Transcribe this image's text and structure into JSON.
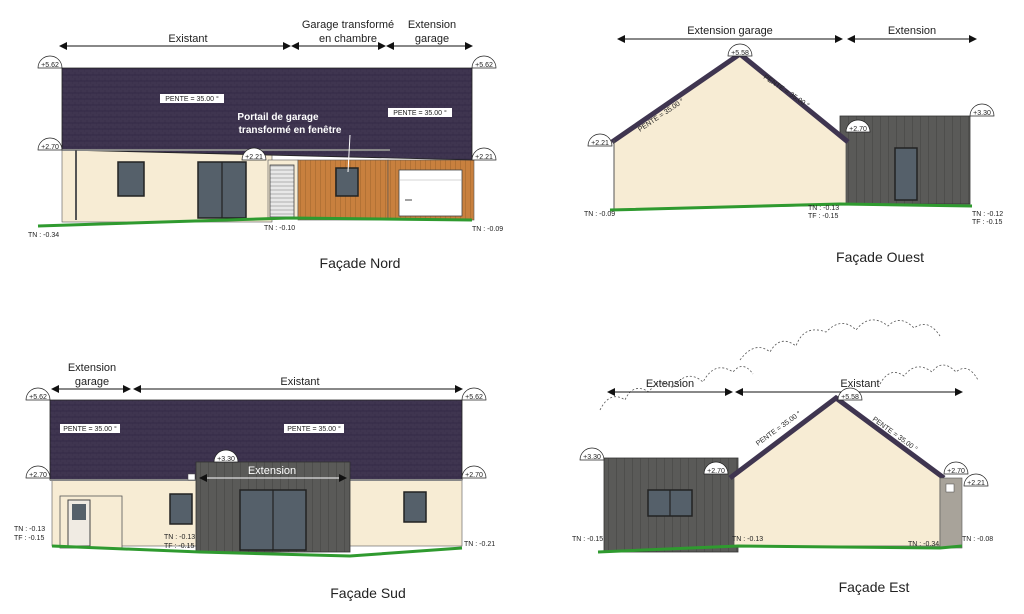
{
  "colors": {
    "roof": "#3f3550",
    "render": "#f7ecd4",
    "cladding_dark": "#5a5a58",
    "wood": "#c8803e",
    "ground": "#2f9a2f",
    "window": "#55606a"
  },
  "nord": {
    "title": "Façade Nord",
    "dims": [
      "Existant",
      "Garage transformé",
      "en chambre",
      "Extension",
      "garage"
    ],
    "pente_left": "PENTE = 35.00 °",
    "pente_right": "PENTE = 35.00 °",
    "note_line1": "Portail de garage",
    "note_line2": "transformé en fenêtre",
    "levels": [
      "+5.62",
      "+5.62",
      "+2.70",
      "+2.21",
      "+2.21"
    ],
    "tn": [
      "TN : -0.34",
      "TN : -0.10",
      "TN : -0.09"
    ]
  },
  "ouest": {
    "title": "Façade Ouest",
    "dims": [
      "Extension garage",
      "Extension"
    ],
    "pente_left": "PENTE = 35.00 °",
    "pente_right": "PENTE = 35.00 °",
    "levels": [
      "+5.58",
      "+3.30",
      "+2.70",
      "+2.21"
    ],
    "tn": [
      "TN : -0.09",
      "TN : -0.13",
      "TF : -0.15",
      "TN : -0.12",
      "TF : -0.15"
    ]
  },
  "sud": {
    "title": "Façade Sud",
    "dims": [
      "Extension",
      "garage",
      "Existant"
    ],
    "pente_left": "PENTE = 35.00 °",
    "pente_right": "PENTE = 35.00 °",
    "extension_label": "Extension",
    "levels": [
      "+5.62",
      "+5.62",
      "+2.70",
      "+2.70",
      "+3.30"
    ],
    "tn": [
      "TN : -0.13",
      "TF : -0.15",
      "TN : -0.13",
      "TF : -0.15",
      "TN : -0.21"
    ]
  },
  "est": {
    "title": "Façade Est",
    "dims": [
      "Extension",
      "Existant"
    ],
    "pente_left": "PENTE = 35.00 °",
    "pente_right": "PENTE = 35.00 °",
    "levels": [
      "+3.30",
      "+2.70",
      "+5.58",
      "+2.70",
      "+2.21"
    ],
    "tn": [
      "TN : -0.15",
      "TN : -0.13",
      "TN : -0.34",
      "TN : -0.08"
    ]
  }
}
